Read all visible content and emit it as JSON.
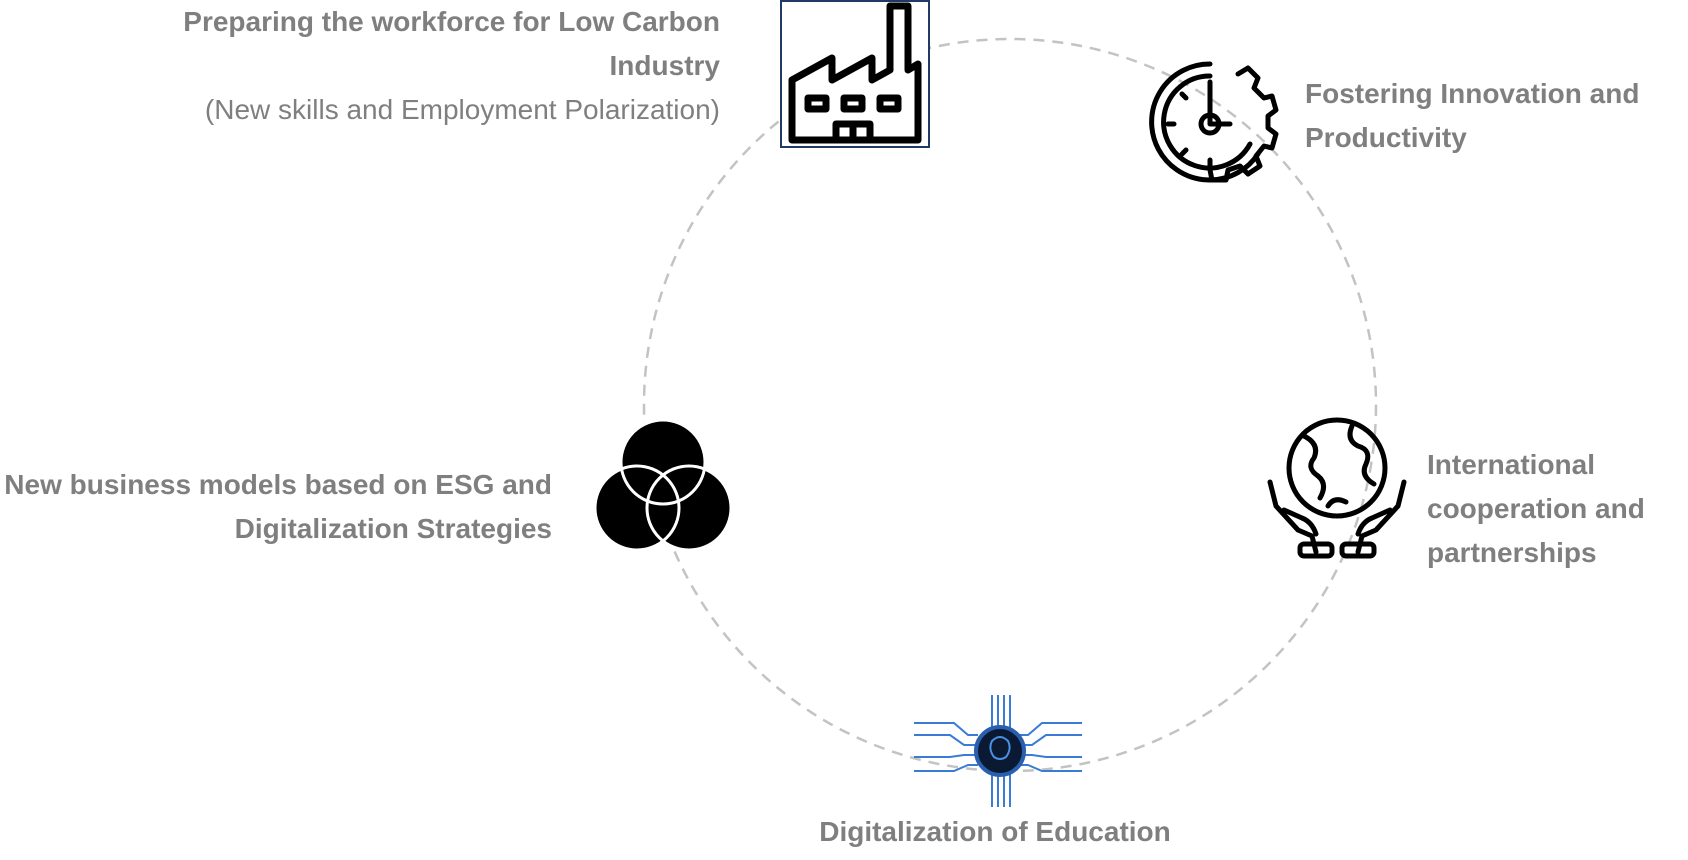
{
  "nodes": [
    {
      "id": "workforce",
      "title": "Preparing the workforce for Low Carbon Industry",
      "subtitle": "(New skills and Employment Polarization)",
      "icon": "factory-icon"
    },
    {
      "id": "innovation",
      "title": "Fostering Innovation and Productivity",
      "icon": "clock-gear-icon"
    },
    {
      "id": "cooperation",
      "title": "International cooperation and partnerships",
      "icon": "globe-hands-icon"
    },
    {
      "id": "education",
      "title": "Digitalization of Education",
      "icon": "circuit-brain-icon"
    },
    {
      "id": "business",
      "title": "New business models based on ESG and Digitalization Strategies",
      "icon": "venn-circles-icon"
    }
  ],
  "colors": {
    "text": "#7f7f7f",
    "ring": "#bdbdbd",
    "icon": "#000000",
    "circuit": "#2a5fb0"
  }
}
